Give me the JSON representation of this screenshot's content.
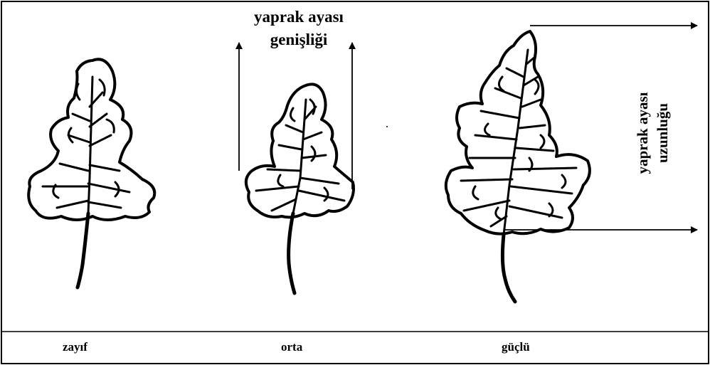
{
  "labels": {
    "width_line1": "yaprak ayası",
    "width_line2": "genişliği",
    "length_line1": "yaprak ayası",
    "length_line2": "uzunluğu"
  },
  "captions": {
    "weak": "zayıf",
    "medium": "orta",
    "strong": "güçlü"
  }
}
